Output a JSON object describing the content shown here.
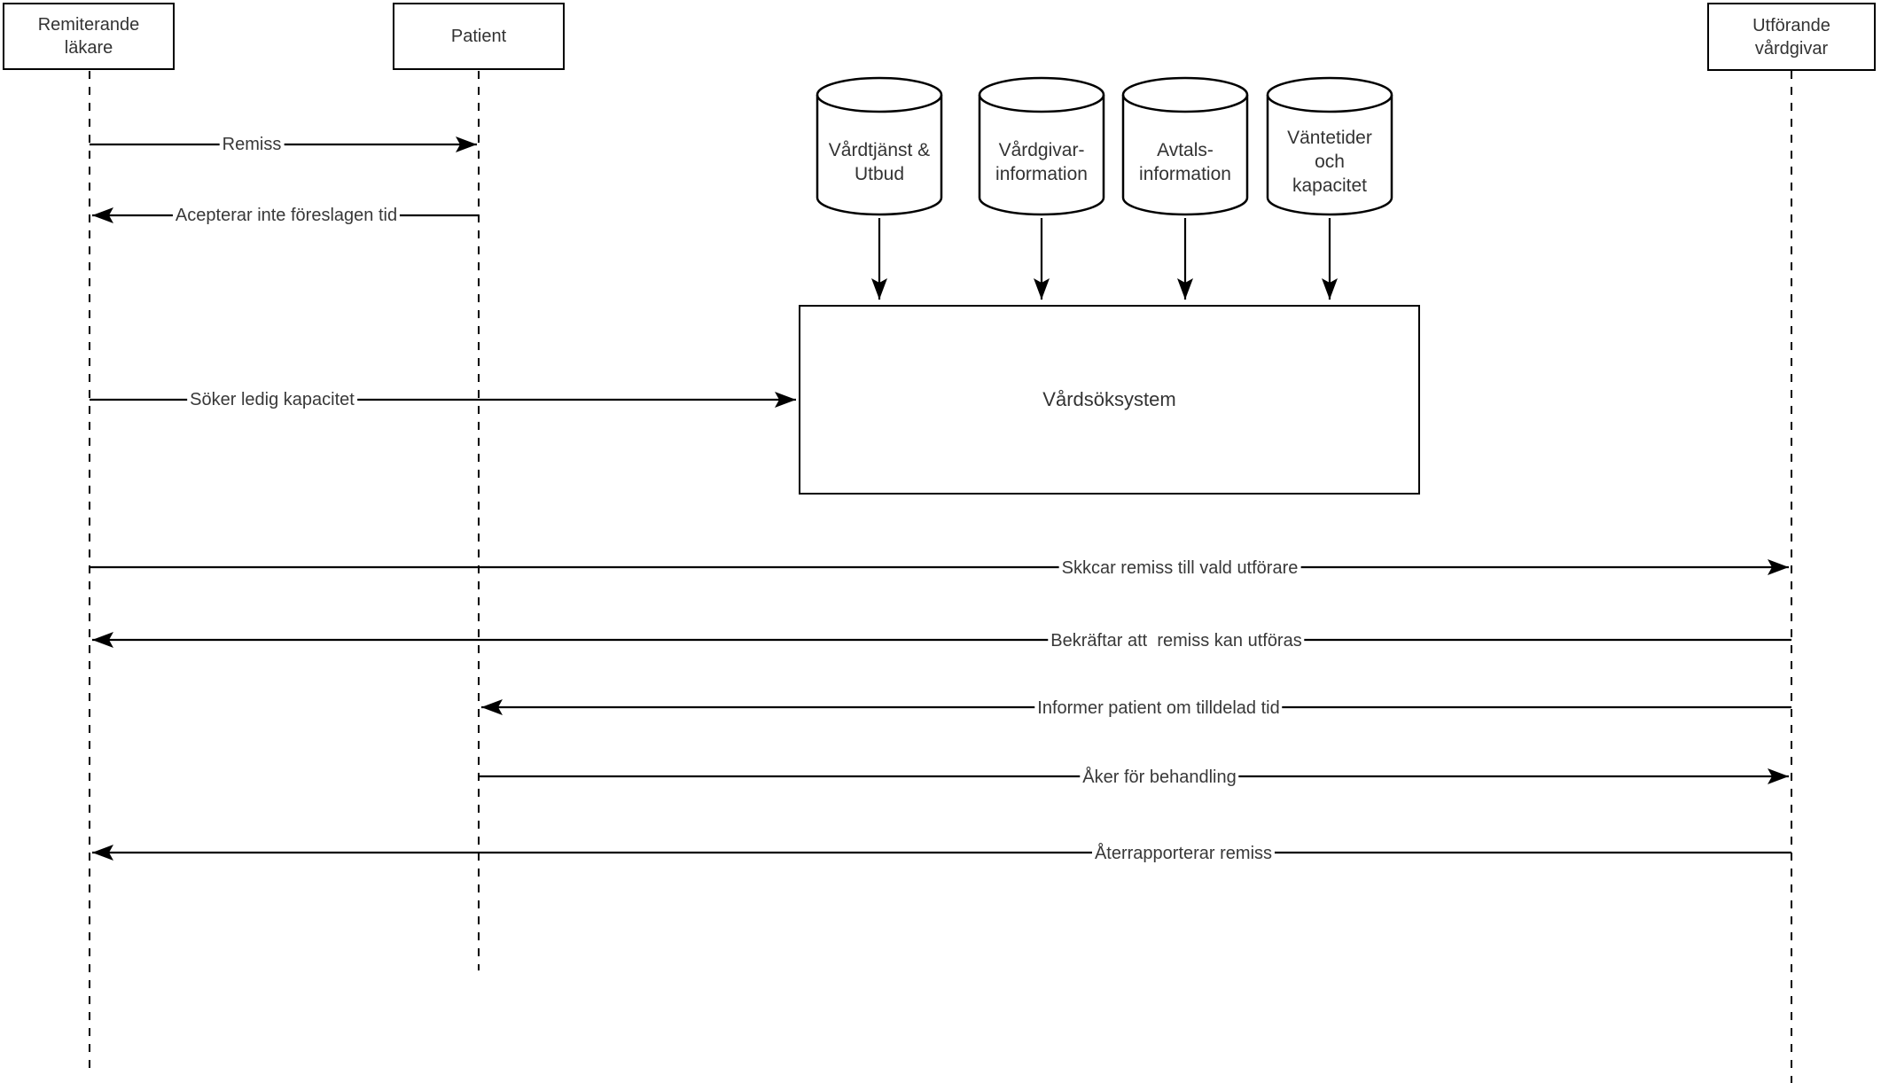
{
  "actors": [
    {
      "label": "Remiterande läkare"
    },
    {
      "label": "Patient"
    },
    {
      "label": "Utförande vårdgivar"
    }
  ],
  "datastores": [
    {
      "label": "Vårdtjänst & Utbud"
    },
    {
      "label": "Vårdgivar-information"
    },
    {
      "label": "Avtals-information"
    },
    {
      "label": "Väntetider och kapacitet"
    }
  ],
  "system": {
    "label": "Vårdsöksystem"
  },
  "messages": [
    {
      "label": "Remiss",
      "from": "Remiterande läkare",
      "to": "Patient"
    },
    {
      "label": "Acepterar inte föreslagen tid",
      "from": "Patient",
      "to": "Remiterande läkare"
    },
    {
      "label": "Söker ledig kapacitet",
      "from": "Remiterande läkare",
      "to": "Vårdsöksystem"
    },
    {
      "label": "Skkcar remiss till vald utförare",
      "from": "Remiterande läkare",
      "to": "Utförande vårdgivar"
    },
    {
      "label": "Bekräftar att  remiss kan utföras",
      "from": "Utförande vårdgivar",
      "to": "Remiterande läkare"
    },
    {
      "label": "Informer patient om tilldelad tid",
      "from": "Utförande vårdgivar",
      "to": "Patient"
    },
    {
      "label": "Åker för behandling",
      "from": "Patient",
      "to": "Utförande vårdgivar"
    },
    {
      "label": "Återrapporterar remiss",
      "from": "Utförande vårdgivar",
      "to": "Remiterande läkare"
    }
  ],
  "colors": {
    "stroke": "#000000",
    "text": "#333333",
    "background": "#ffffff"
  }
}
